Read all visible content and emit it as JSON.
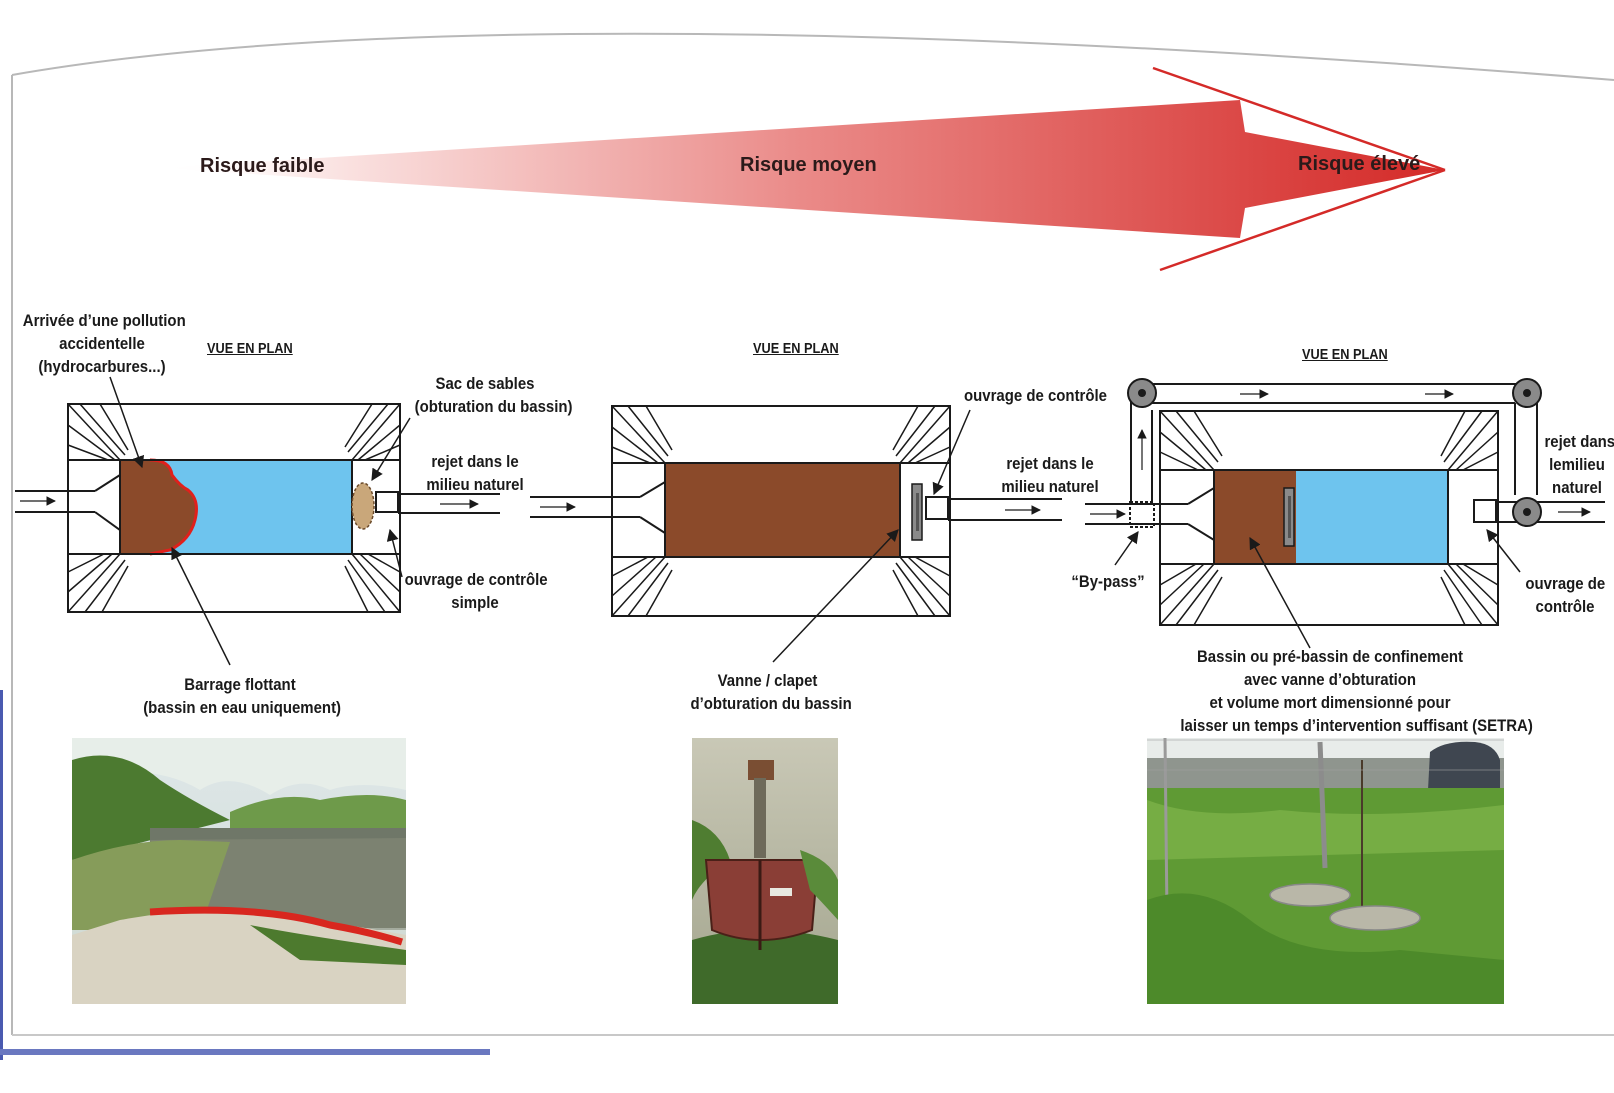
{
  "risk_scale": {
    "low": "Risque faible",
    "medium": "Risque moyen",
    "high": "Risque élevé",
    "colors": {
      "start": "#ffffff",
      "end": "#d42a28"
    }
  },
  "panels": {
    "left": {
      "view_label": "VUE EN PLAN",
      "pollution_arrival": [
        "Arrivée d’une pollution",
        "accidentelle",
        "(hydrocarbures...)"
      ],
      "sandbags": [
        "Sac de sables",
        "(obturation du bassin)"
      ],
      "discharge": [
        "rejet dans le",
        "milieu naturel"
      ],
      "control": [
        "ouvrage de contrôle",
        "simple"
      ],
      "boom": [
        "Barrage flottant",
        "(bassin en eau uniquement)"
      ]
    },
    "middle": {
      "view_label": "VUE EN PLAN",
      "control": [
        "ouvrage de contrôle"
      ],
      "discharge": [
        "rejet dans le",
        "milieu naturel"
      ],
      "valve": [
        "Vanne / clapet",
        "d’obturation du bassin"
      ]
    },
    "right": {
      "view_label": "VUE EN PLAN",
      "bypass": "“By-pass”",
      "discharge": [
        "rejet dans",
        "lemilieu",
        "naturel"
      ],
      "control": [
        "ouvrage de",
        "contrôle"
      ],
      "basin": [
        "Bassin ou pré-bassin de confinement",
        "avec vanne d’obturation",
        "et volume mort dimensionné pour",
        "laisser un temps d’intervention suffisant (SETRA)"
      ]
    }
  },
  "colors": {
    "water": "#6ec4ee",
    "pollution": "#8b4a2a",
    "boom": "#e0201c"
  }
}
